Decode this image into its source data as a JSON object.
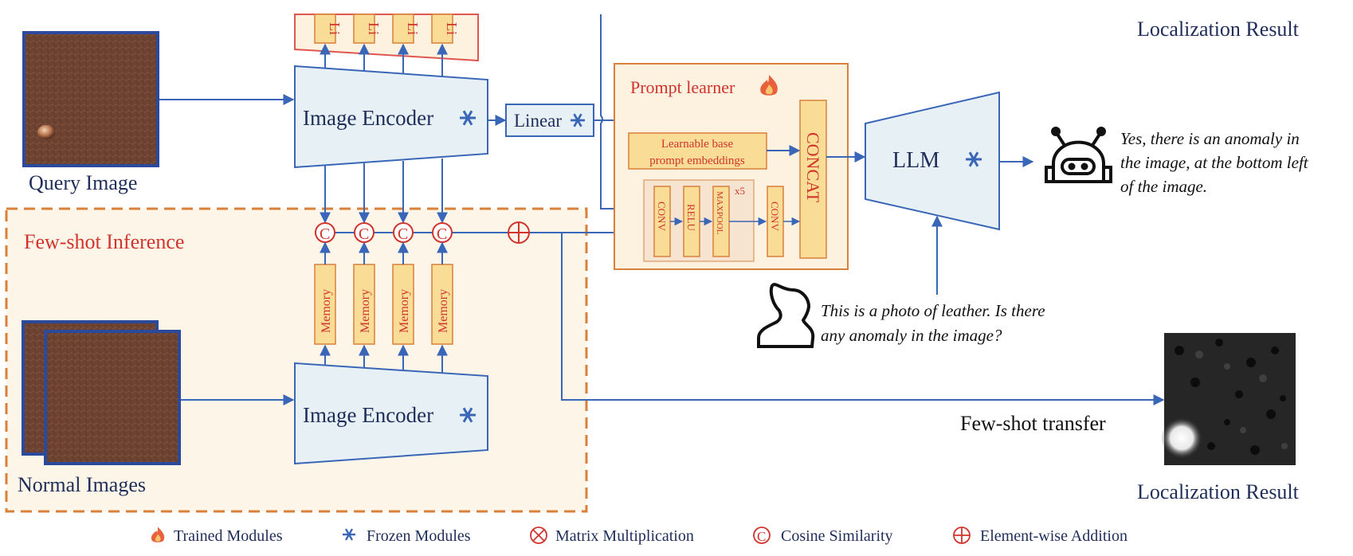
{
  "labels": {
    "query_image": "Query Image",
    "normal_images": "Normal Images",
    "few_shot_inference": "Few-shot Inference",
    "image_encoder_top": "Image Encoder",
    "image_encoder_bottom": "Image Encoder",
    "linear": "Linear",
    "linear_truncated": "Li",
    "memory": "Memory",
    "prompt_learner": "Prompt learner",
    "learnable_line1": "Learnable base",
    "learnable_line2": "prompt embeddings",
    "conv": "CONV",
    "relu": "RELU",
    "maxpool": "MAXPOOL",
    "repeat": "x5",
    "concat": "CONCAT",
    "llm": "LLM",
    "answer_line1": "Yes, there is an anomaly in",
    "answer_line2": "the image, at the bottom left",
    "answer_line3": "of the image.",
    "question_line1": "This is a photo of leather. Is there",
    "question_line2": "any anomaly in the image?",
    "few_shot_transfer": "Few-shot transfer",
    "localization_result_top": "Localization Result",
    "localization_result_bottom": "Localization Result",
    "cosine_symbol": "C"
  },
  "legend": [
    {
      "icon": "flame-icon",
      "label": "Trained Modules"
    },
    {
      "icon": "snowflake-icon",
      "label": "Frozen Modules"
    },
    {
      "icon": "matrix-multiplication-icon",
      "label": "Matrix Multiplication"
    },
    {
      "icon": "cosine-similarity-icon",
      "label": "Cosine Similarity"
    },
    {
      "icon": "element-wise-addition-icon",
      "label": "Element-wise Addition"
    }
  ],
  "colors": {
    "frozen_blue": "#3a66b8",
    "trained_red": "#d0342c",
    "orange_border": "#d9803a",
    "module_fill": "#f9dc96",
    "encoder_fill": "#e6f0f5",
    "panel_fill": "#fdf6e8"
  }
}
